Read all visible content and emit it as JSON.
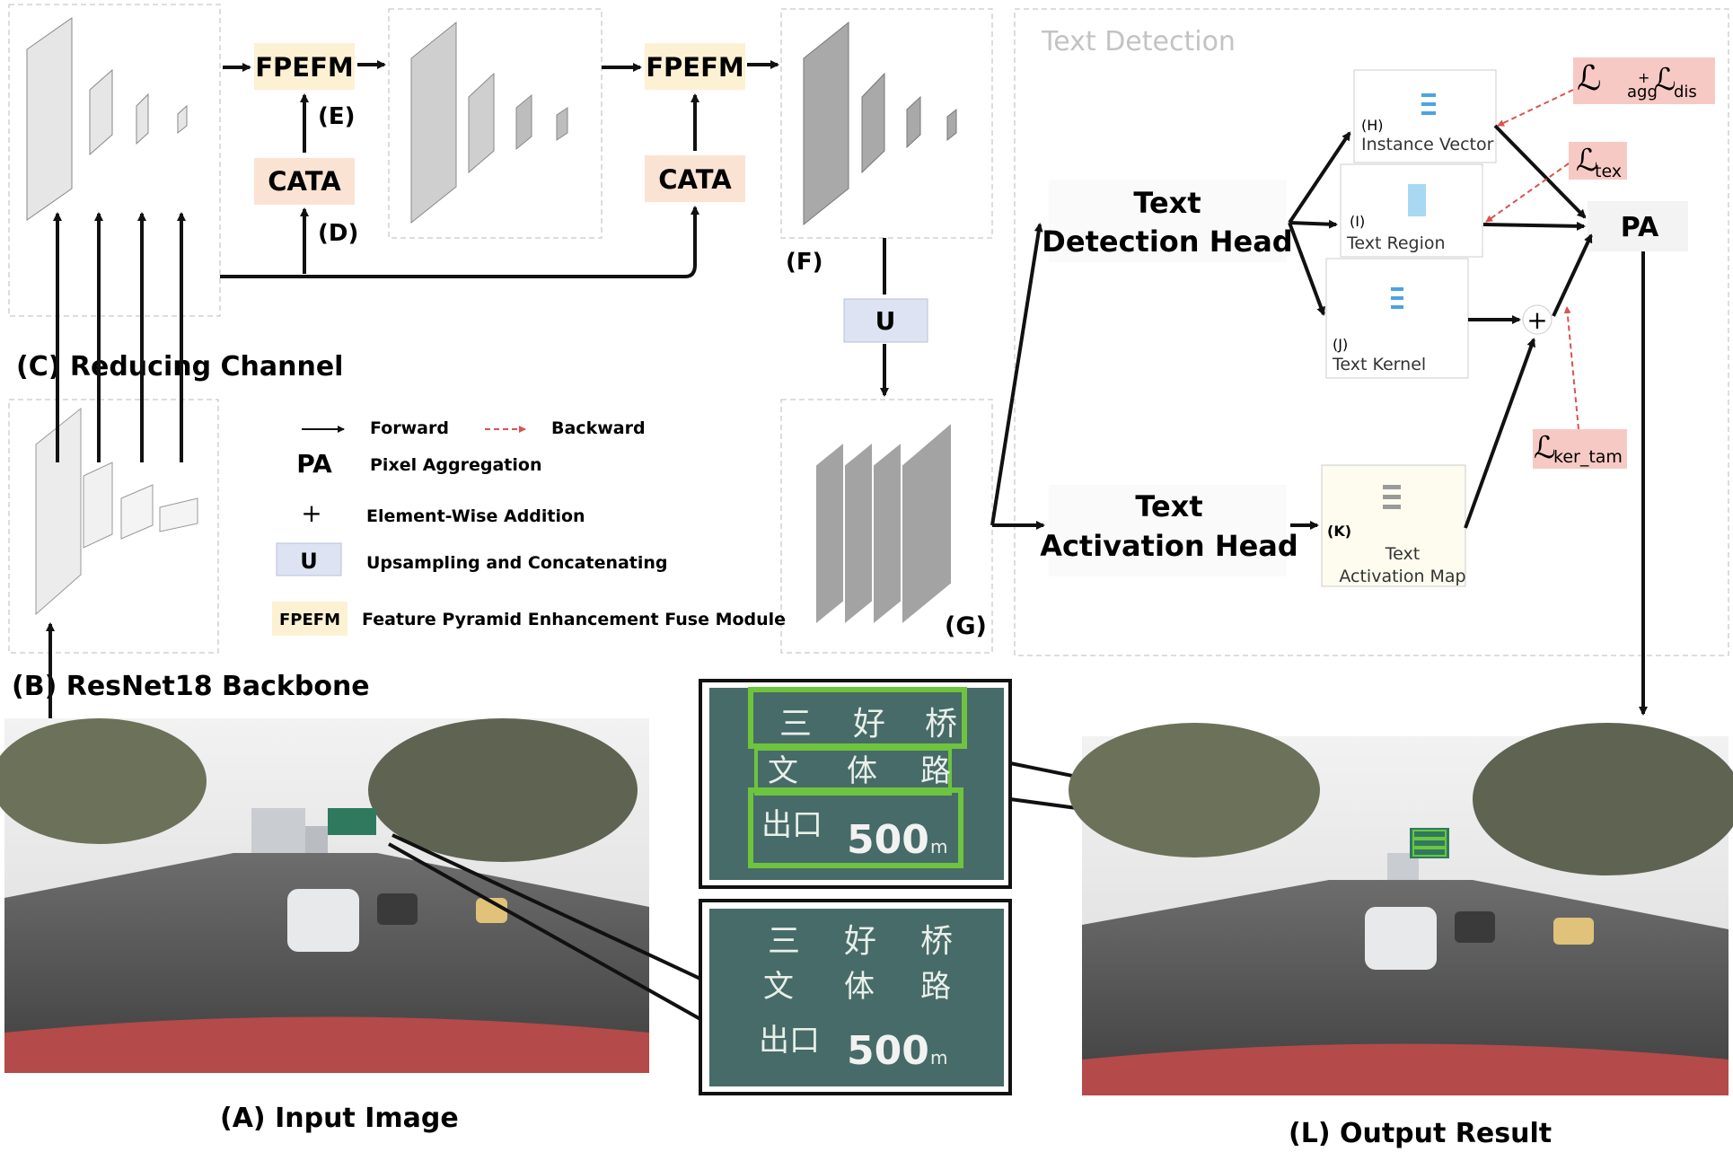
{
  "labels": {
    "fpefm_1": "FPEFM",
    "fpefm_2": "FPEFM",
    "cata_1": "CATA",
    "cata_2": "CATA",
    "e": "(E)",
    "d": "(D)",
    "f": "(F)",
    "g": "(G)",
    "u_box": "U",
    "reducing_channel": "(C) Reducing Channel",
    "backbone": "(B) ResNet18  Backbone",
    "input_image": "(A) Input Image",
    "output_result": "(L) Output Result"
  },
  "legend": {
    "forward": "Forward",
    "backward": "Backward",
    "pa_symbol": "PA",
    "pa_text": "Pixel Aggregation",
    "plus_symbol": "+",
    "plus_text": "Element-Wise Addition",
    "u_symbol": "U",
    "u_text": "Upsampling and Concatenating",
    "fpefm_symbol": "FPEFM",
    "fpefm_text": "Feature Pyramid Enhancement Fuse Module"
  },
  "detection": {
    "panel_title": "Text Detection",
    "head1_line1": "Text",
    "head1_line2": "Detection Head",
    "head2_line1": "Text",
    "head2_line2": "Activation Head",
    "h_tag": "(H)",
    "h_label": "Instance Vector",
    "i_tag": "(I)",
    "i_label": "Text Region",
    "j_tag": "(J)",
    "j_label": "Text Kernel",
    "k_tag": "(K)",
    "k_label_1": "Text",
    "k_label_2": "Activation Map",
    "pa": "PA",
    "plus": "+",
    "loss_aggdis_main": "ℒ",
    "loss_aggdis_sub": "agg",
    "loss_aggdis_plus": "+",
    "loss_aggdis_main2": "ℒ",
    "loss_aggdis_sub2": "dis",
    "loss_tex_main": "ℒ",
    "loss_tex_sub": "tex",
    "loss_kertam_main": "ℒ",
    "loss_kertam_sub": "ker_tam"
  },
  "sign": {
    "row1": [
      "三",
      "好",
      "桥"
    ],
    "row2": [
      "文",
      "体",
      "路"
    ],
    "row3_cn": "出口",
    "row3_num": "500",
    "row3_unit": "m"
  },
  "colors": {
    "fpefm_bg": "#fdf1d3",
    "cata_bg": "#fbe3d3",
    "u_bg": "#dde3f2",
    "loss_bg": "#f7c9c4",
    "sign_bg": "#476b68",
    "detect_green": "#6ec43f",
    "backward_red": "#d9534f"
  }
}
